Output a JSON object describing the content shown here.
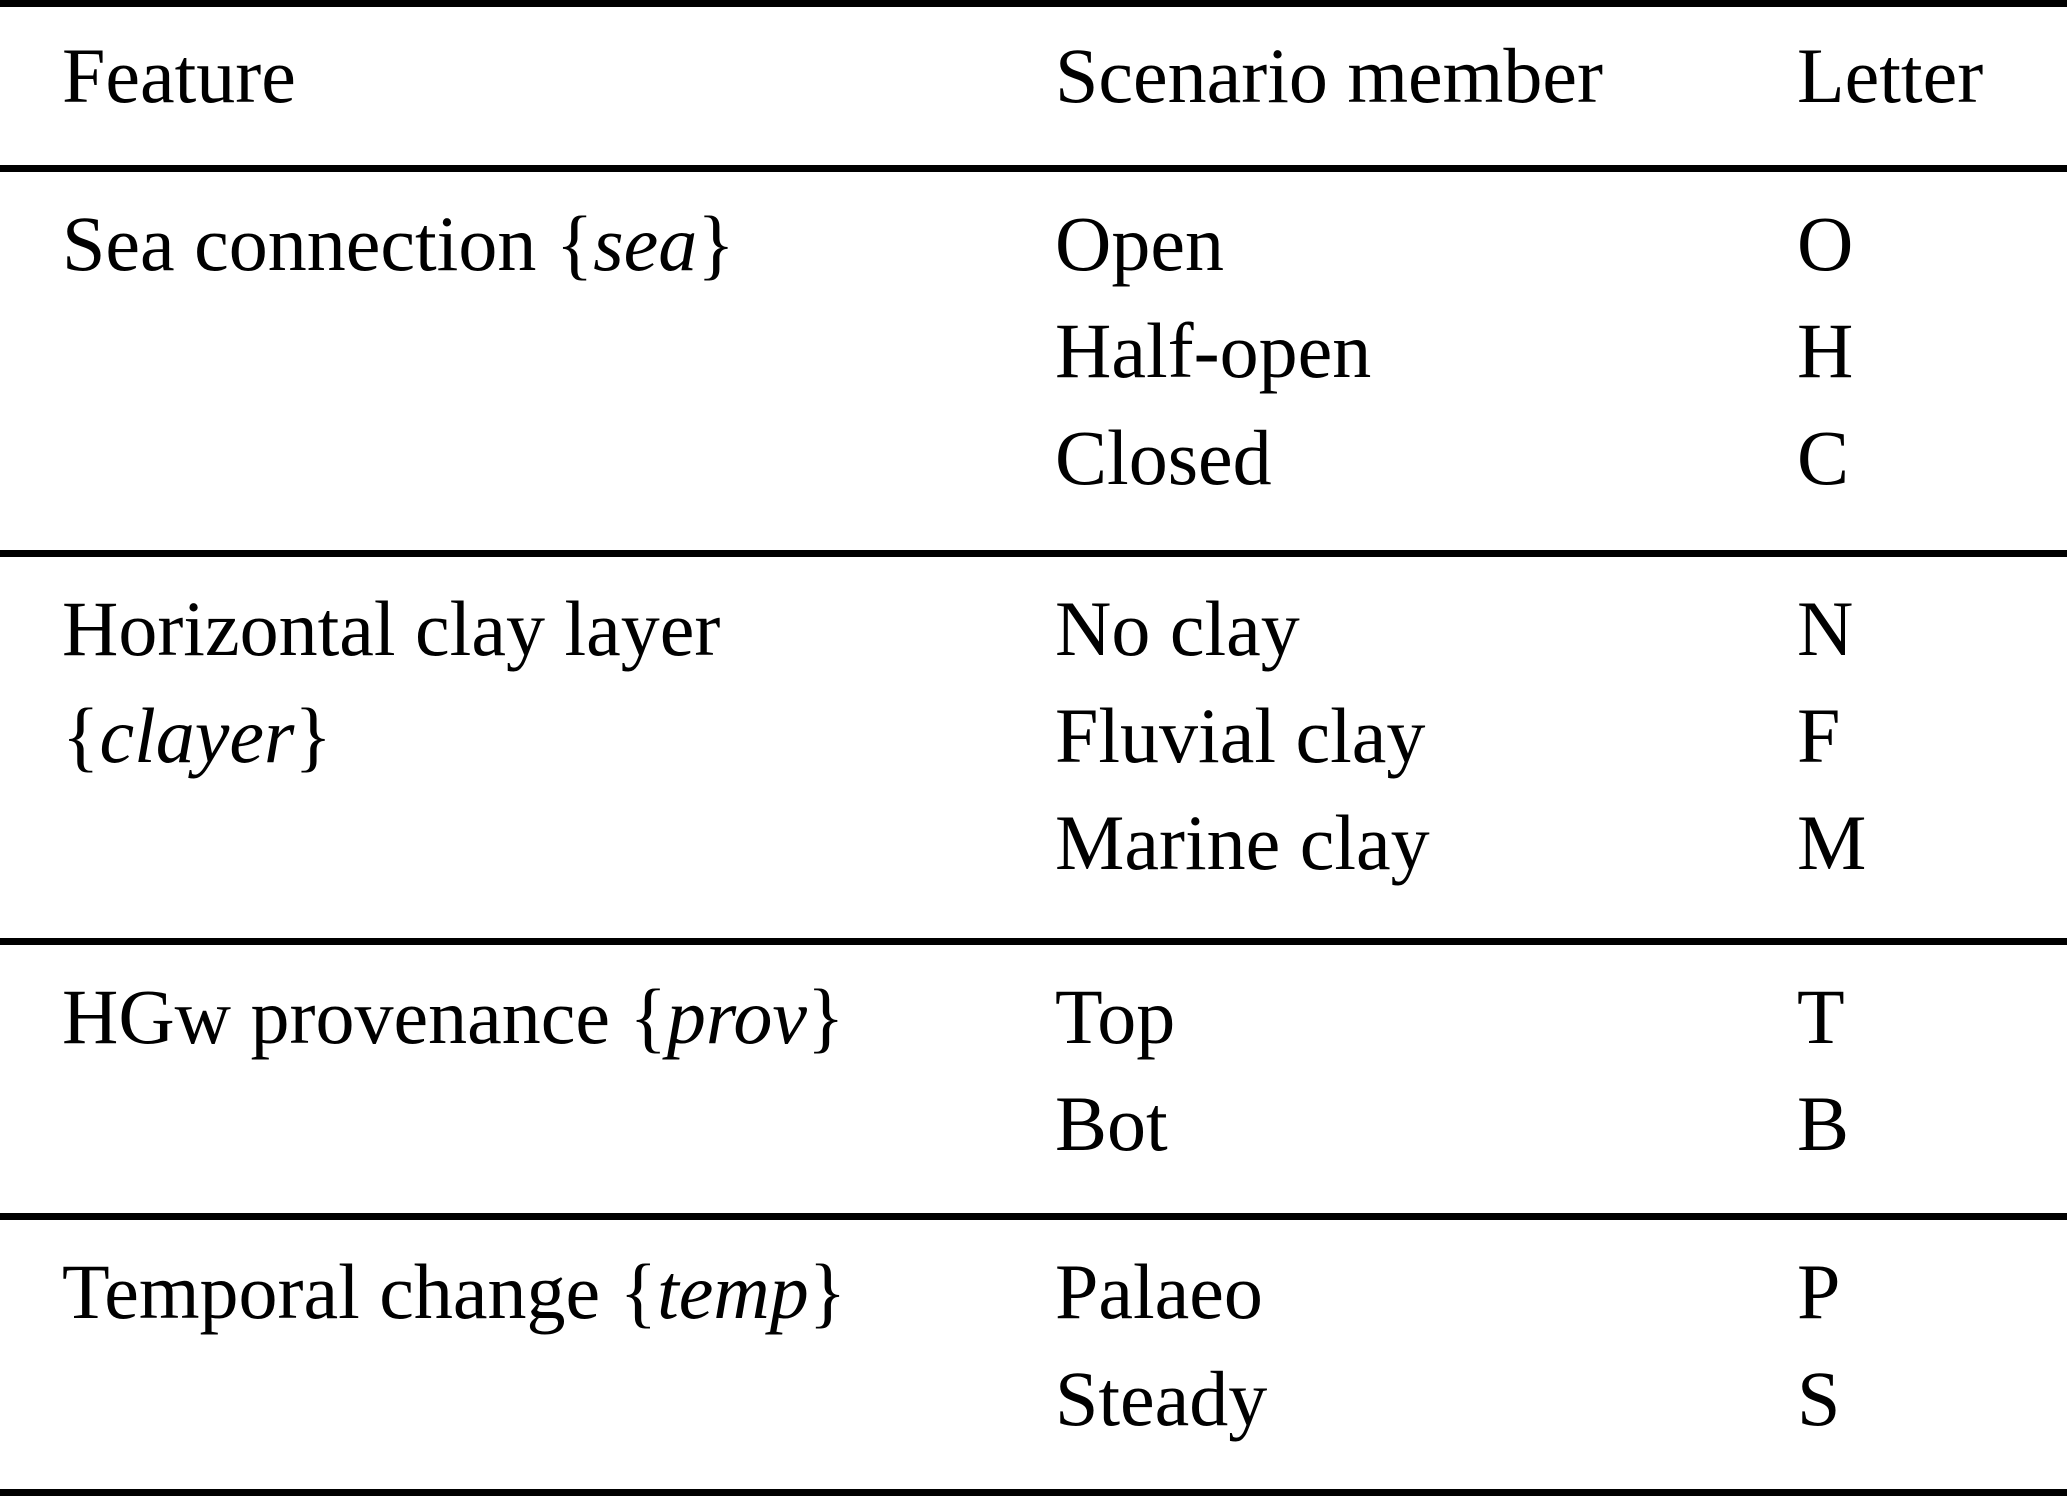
{
  "table": {
    "columns": [
      {
        "key": "feature",
        "label": "Feature"
      },
      {
        "key": "member",
        "label": "Scenario member"
      },
      {
        "key": "letter",
        "label": "Letter"
      }
    ],
    "groups": [
      {
        "feature_lines": [
          "Sea connection {sea}"
        ],
        "feature_plain": "Sea connection",
        "feature_token": "sea",
        "members": [
          "Open",
          "Half-open",
          "Closed"
        ],
        "letters": [
          "O",
          "H",
          "C"
        ]
      },
      {
        "feature_lines": [
          "Horizontal clay layer",
          "{clayer}"
        ],
        "feature_plain": "Horizontal clay layer",
        "feature_token": "clayer",
        "members": [
          "No clay",
          "Fluvial clay",
          "Marine clay"
        ],
        "letters": [
          "N",
          "F",
          "M"
        ]
      },
      {
        "feature_lines": [
          "HGw provenance {prov}"
        ],
        "feature_plain": "HGw provenance",
        "feature_token": "prov",
        "members": [
          "Top",
          "Bot"
        ],
        "letters": [
          "T",
          "B"
        ]
      },
      {
        "feature_lines": [
          "Temporal change {temp}"
        ],
        "feature_plain": "Temporal change",
        "feature_token": "temp",
        "members": [
          "Palaeo",
          "Steady"
        ],
        "letters": [
          "P",
          "S"
        ]
      }
    ],
    "colors": {
      "text": "#000000",
      "background": "#ffffff",
      "rule": "#000000"
    }
  }
}
